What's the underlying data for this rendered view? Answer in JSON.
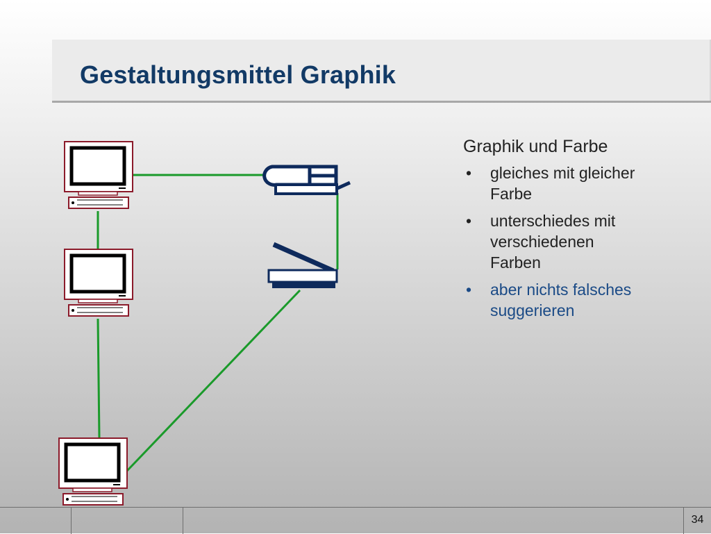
{
  "slide": {
    "title": "Gestaltungsmittel Graphik",
    "page_number": "34"
  },
  "text_panel": {
    "heading": "Graphik und Farbe",
    "bullet_symbol": "•",
    "bullets": [
      {
        "text": "gleiches mit gleicher Farbe"
      },
      {
        "text": "unterschiedes mit verschiedenen Farben"
      },
      {
        "text": "aber nichts falsches suggerieren",
        "color": "#1a4a86"
      }
    ]
  },
  "diagram": {
    "devices": [
      "computer-icon",
      "computer-icon",
      "computer-icon",
      "printer-icon",
      "scanner-icon"
    ],
    "link_color": "#1a9a2a",
    "computer_color": "#8b1a2a",
    "peripheral_color": "#0e2a5c"
  }
}
